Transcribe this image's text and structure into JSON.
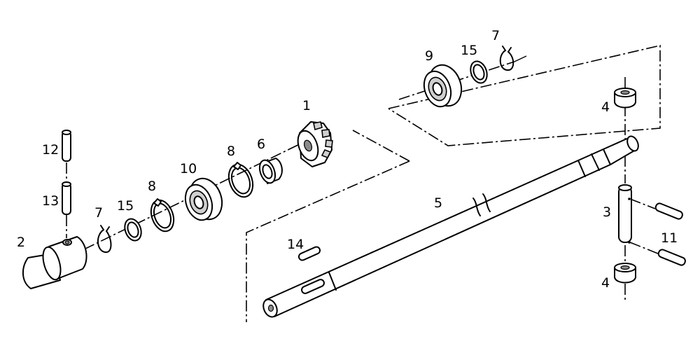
{
  "callouts": {
    "c1": "1",
    "c2": "2",
    "c3": "3",
    "c4_top": "4",
    "c4_bottom": "4",
    "c5": "5",
    "c6": "6",
    "c7_left": "7",
    "c7_top": "7",
    "c8_left": "8",
    "c8_mid": "8",
    "c9": "9",
    "c10": "10",
    "c11": "11",
    "c12": "12",
    "c13": "13",
    "c14": "14",
    "c15_left": "15",
    "c15_top": "15"
  }
}
